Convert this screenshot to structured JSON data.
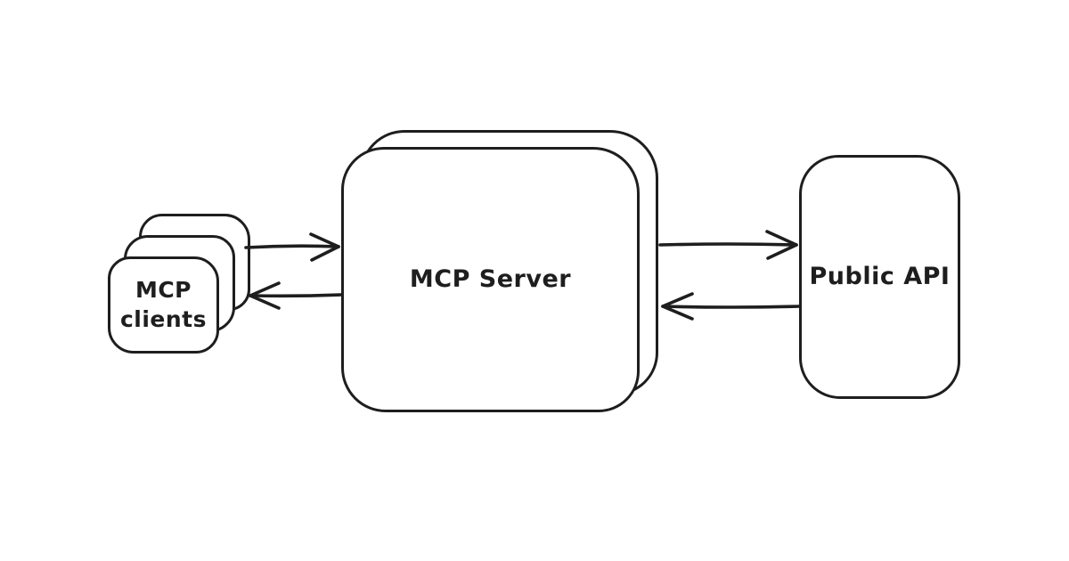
{
  "colors": {
    "ink": "#1e1e1e",
    "canvas-bg": "#ffffff"
  },
  "diagram": {
    "type": "architecture-flow",
    "style": "hand-drawn",
    "nodes": {
      "clients": {
        "label_line1": "MCP",
        "label_line2": "clients",
        "style": "stacked-x3"
      },
      "server": {
        "label": "MCP Server",
        "style": "stacked-x2"
      },
      "api": {
        "label": "Public API",
        "style": "single"
      }
    },
    "edges": [
      {
        "from": "clients",
        "to": "server",
        "direction": "right"
      },
      {
        "from": "server",
        "to": "clients",
        "direction": "left"
      },
      {
        "from": "server",
        "to": "api",
        "direction": "right"
      },
      {
        "from": "api",
        "to": "server",
        "direction": "left"
      }
    ]
  }
}
